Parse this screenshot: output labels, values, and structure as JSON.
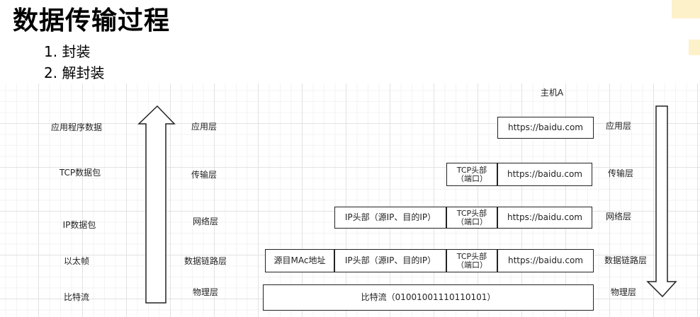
{
  "title": "数据传输过程",
  "list": [
    "1. 封装",
    "2. 解封装"
  ],
  "host_label": "主机A",
  "left_labels": [
    "应用程序数据",
    "TCP数据包",
    "IP数据包",
    "以太帧",
    "比特流"
  ],
  "mid_layers": [
    "应用层",
    "传输层",
    "网络层",
    "数据链路层",
    "物理层"
  ],
  "right_layers": [
    "应用层",
    "传输层",
    "网络层",
    "数据链路层",
    "物理层"
  ],
  "boxes": {
    "url": "https://baidu.com",
    "tcp_header": "TCP头部\n（端口）",
    "ip_header": "IP头部（源IP、目的IP）",
    "mac": "源目MAc地址",
    "bitstream": "比特流（01001001110110101）"
  },
  "colors": {
    "accent_deco": "#fdf1c9",
    "line": "#222222"
  }
}
